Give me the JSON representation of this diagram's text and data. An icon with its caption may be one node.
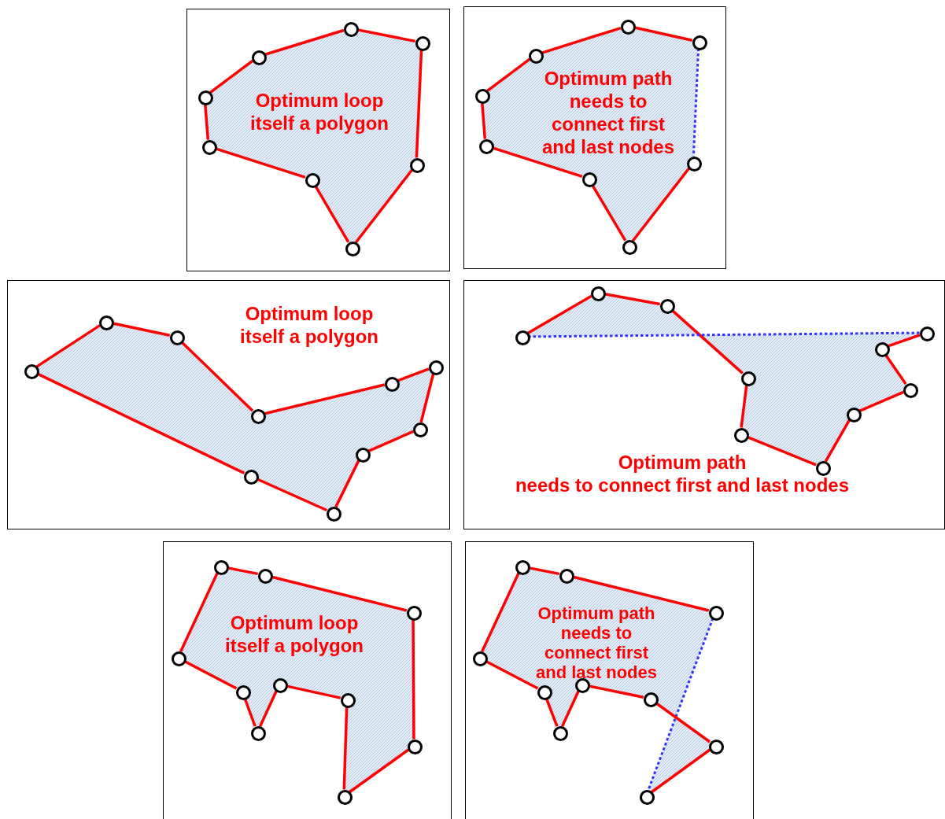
{
  "diagram": {
    "nodes": [
      {
        "text": [
          "Optimum loop itself a polygon"
        ]
      },
      {
        "text": [],
        "shape": "circle",
        "in": 0
      },
      {
        "text": [],
        "shape": "circle",
        "in": 0
      },
      {
        "text": [],
        "shape": "circle",
        "in": 0
      },
      {
        "text": [],
        "shape": "circle",
        "in": 0
      },
      {
        "text": [],
        "shape": "circle",
        "in": 0
      },
      {
        "text": [],
        "shape": "circle",
        "in": 0
      },
      {
        "text": [],
        "shape": "circle",
        "in": 0
      },
      {
        "text": [],
        "shape": "circle",
        "in": 0
      },
      {
        "text": [
          "Optimum path needs to connect first and last nodes"
        ]
      },
      {
        "text": [],
        "shape": "circle",
        "in": 9
      },
      {
        "text": [],
        "shape": "circle",
        "in": 9
      },
      {
        "text": [],
        "shape": "circle",
        "in": 9
      },
      {
        "text": [],
        "shape": "circle",
        "in": 9
      },
      {
        "text": [],
        "shape": "circle",
        "in": 9
      },
      {
        "text": [],
        "shape": "circle",
        "in": 9
      },
      {
        "text": [],
        "shape": "circle",
        "in": 9
      },
      {
        "text": [],
        "shape": "circle",
        "in": 9
      },
      {
        "text": [
          "Optimum loop itself a polygon"
        ]
      },
      {
        "text": [],
        "shape": "circle",
        "in": 18
      },
      {
        "text": [],
        "shape": "circle",
        "in": 18
      },
      {
        "text": [],
        "shape": "circle",
        "in": 18
      },
      {
        "text": [],
        "shape": "circle",
        "in": 18
      },
      {
        "text": [],
        "shape": "circle",
        "in": 18
      },
      {
        "text": [],
        "shape": "circle",
        "in": 18
      },
      {
        "text": [],
        "shape": "circle",
        "in": 18
      },
      {
        "text": [],
        "shape": "circle",
        "in": 18
      },
      {
        "text": [],
        "shape": "circle",
        "in": 18
      },
      {
        "text": [],
        "shape": "circle",
        "in": 18
      },
      {
        "text": [
          "Optimum path",
          "needs to connect first and last nodes"
        ]
      },
      {
        "text": [],
        "shape": "circle",
        "in": 29
      },
      {
        "text": [],
        "shape": "circle",
        "in": 29
      },
      {
        "text": [],
        "shape": "circle",
        "in": 29
      },
      {
        "text": [],
        "shape": "circle",
        "in": 29
      },
      {
        "text": [],
        "shape": "circle",
        "in": 29
      },
      {
        "text": [],
        "shape": "circle",
        "in": 29
      },
      {
        "text": [],
        "shape": "circle",
        "in": 29
      },
      {
        "text": [],
        "shape": "circle",
        "in": 29
      },
      {
        "text": [],
        "shape": "circle",
        "in": 29
      },
      {
        "text": [],
        "shape": "circle",
        "in": 29
      },
      {
        "text": [
          "Optimum loop itself a polygon"
        ]
      },
      {
        "text": [],
        "shape": "circle",
        "in": 40
      },
      {
        "text": [],
        "shape": "circle",
        "in": 40
      },
      {
        "text": [],
        "shape": "circle",
        "in": 40
      },
      {
        "text": [],
        "shape": "circle",
        "in": 40
      },
      {
        "text": [],
        "shape": "circle",
        "in": 40
      },
      {
        "text": [],
        "shape": "circle",
        "in": 40
      },
      {
        "text": [],
        "shape": "circle",
        "in": 40
      },
      {
        "text": [],
        "shape": "circle",
        "in": 40
      },
      {
        "text": [],
        "shape": "circle",
        "in": 40
      },
      {
        "text": [],
        "shape": "circle",
        "in": 40
      },
      {
        "text": [
          "Optimum path needs to connect first and last nodes"
        ]
      },
      {
        "text": [],
        "shape": "circle",
        "in": 51
      },
      {
        "text": [],
        "shape": "circle",
        "in": 51
      },
      {
        "text": [],
        "shape": "circle",
        "in": 51
      },
      {
        "text": [],
        "shape": "circle",
        "in": 51
      },
      {
        "text": [],
        "shape": "circle",
        "in": 51
      },
      {
        "text": [],
        "shape": "circle",
        "in": 51
      },
      {
        "text": [],
        "shape": "circle",
        "in": 51
      },
      {
        "text": [],
        "shape": "circle",
        "in": 51
      },
      {
        "text": [],
        "shape": "circle",
        "in": 51
      },
      {
        "text": [],
        "shape": "circle",
        "in": 51
      }
    ],
    "edges": [
      {
        "from": 8,
        "to": 1,
        "arrow": "none"
      },
      {
        "from": 1,
        "to": 2,
        "arrow": "none"
      },
      {
        "from": 2,
        "to": 3,
        "arrow": "none"
      },
      {
        "from": 3,
        "to": 4,
        "arrow": "none"
      },
      {
        "from": 4,
        "to": 5,
        "arrow": "none"
      },
      {
        "from": 5,
        "to": 6,
        "arrow": "none"
      },
      {
        "from": 6,
        "to": 7,
        "arrow": "none"
      },
      {
        "from": 7,
        "to": 8,
        "arrow": "none"
      },
      {
        "from": 17,
        "to": 10,
        "arrow": "none"
      },
      {
        "from": 10,
        "to": 11,
        "arrow": "none"
      },
      {
        "from": 11,
        "to": 12,
        "arrow": "none",
        "style": "dashed",
        "color": "#3333ff"
      },
      {
        "from": 12,
        "to": 13,
        "arrow": "none"
      },
      {
        "from": 13,
        "to": 14,
        "arrow": "none"
      },
      {
        "from": 14,
        "to": 15,
        "arrow": "none"
      },
      {
        "from": 15,
        "to": 16,
        "arrow": "none"
      },
      {
        "from": 16,
        "to": 17,
        "arrow": "none"
      },
      {
        "from": 19,
        "to": 20,
        "arrow": "none"
      },
      {
        "from": 20,
        "to": 21,
        "arrow": "none"
      },
      {
        "from": 21,
        "to": 22,
        "arrow": "none"
      },
      {
        "from": 22,
        "to": 23,
        "arrow": "none"
      },
      {
        "from": 23,
        "to": 24,
        "arrow": "none"
      },
      {
        "from": 24,
        "to": 25,
        "arrow": "none"
      },
      {
        "from": 25,
        "to": 26,
        "arrow": "none"
      },
      {
        "from": 26,
        "to": 27,
        "arrow": "none"
      },
      {
        "from": 27,
        "to": 28,
        "arrow": "none"
      },
      {
        "from": 28,
        "to": 19,
        "arrow": "none"
      },
      {
        "from": 30,
        "to": 31,
        "arrow": "none"
      },
      {
        "from": 31,
        "to": 32,
        "arrow": "none"
      },
      {
        "from": 32,
        "to": 33,
        "arrow": "none"
      },
      {
        "from": 33,
        "to": 34,
        "arrow": "none"
      },
      {
        "from": 34,
        "to": 35,
        "arrow": "none"
      },
      {
        "from": 35,
        "to": 36,
        "arrow": "none"
      },
      {
        "from": 36,
        "to": 37,
        "arrow": "none"
      },
      {
        "from": 37,
        "to": 38,
        "arrow": "none"
      },
      {
        "from": 38,
        "to": 39,
        "arrow": "none"
      },
      {
        "from": 39,
        "to": 30,
        "arrow": "none",
        "style": "dashed",
        "color": "#3333ff"
      },
      {
        "from": 41,
        "to": 42,
        "arrow": "none"
      },
      {
        "from": 42,
        "to": 43,
        "arrow": "none"
      },
      {
        "from": 43,
        "to": 44,
        "arrow": "none"
      },
      {
        "from": 44,
        "to": 45,
        "arrow": "none"
      },
      {
        "from": 45,
        "to": 46,
        "arrow": "none"
      },
      {
        "from": 46,
        "to": 47,
        "arrow": "none"
      },
      {
        "from": 47,
        "to": 48,
        "arrow": "none"
      },
      {
        "from": 48,
        "to": 49,
        "arrow": "none"
      },
      {
        "from": 49,
        "to": 50,
        "arrow": "none"
      },
      {
        "from": 50,
        "to": 41,
        "arrow": "none"
      },
      {
        "from": 52,
        "to": 53,
        "arrow": "none"
      },
      {
        "from": 53,
        "to": 54,
        "arrow": "none"
      },
      {
        "from": 54,
        "to": 56,
        "arrow": "none",
        "style": "dashed",
        "color": "#3333ff"
      },
      {
        "from": 56,
        "to": 55,
        "arrow": "none"
      },
      {
        "from": 55,
        "to": 57,
        "arrow": "none"
      },
      {
        "from": 57,
        "to": 58,
        "arrow": "none"
      },
      {
        "from": 58,
        "to": 59,
        "arrow": "none"
      },
      {
        "from": 59,
        "to": 60,
        "arrow": "none"
      },
      {
        "from": 60,
        "to": 61,
        "arrow": "none"
      },
      {
        "from": 61,
        "to": 52,
        "arrow": "none"
      }
    ]
  }
}
